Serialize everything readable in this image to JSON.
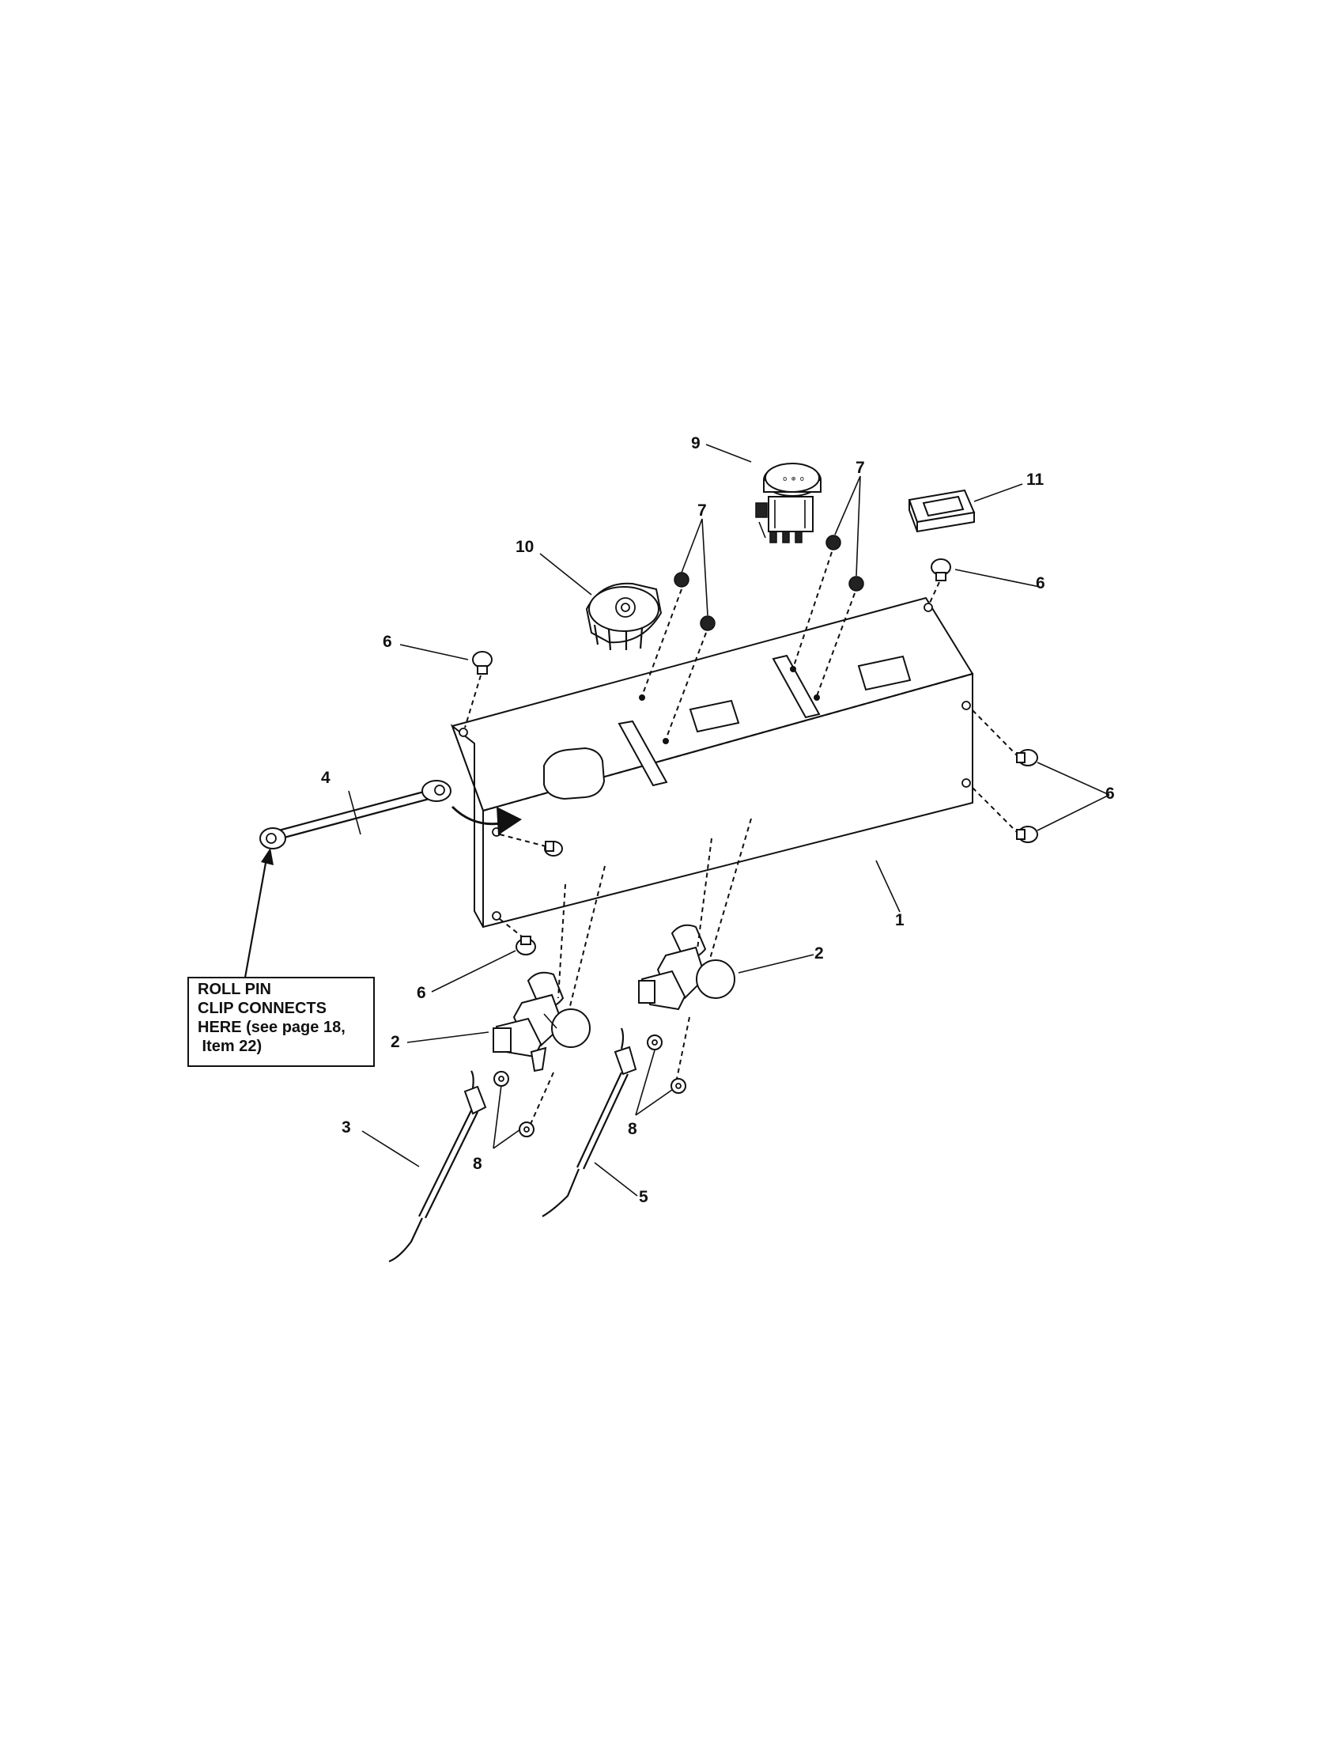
{
  "figure": {
    "note": {
      "lines": [
        "ROLL PIN",
        "CLIP CONNECTS",
        "HERE (see page 18,",
        " Item 22)"
      ]
    },
    "callouts": {
      "c1": "1",
      "c2a": "2",
      "c2b": "2",
      "c3": "3",
      "c4": "4",
      "c5": "5",
      "c6a": "6",
      "c6b": "6",
      "c6c": "6",
      "c6d": "6",
      "c7a": "7",
      "c7b": "7",
      "c8a": "8",
      "c8b": "8",
      "c9": "9",
      "c10": "10",
      "c11": "11"
    }
  }
}
